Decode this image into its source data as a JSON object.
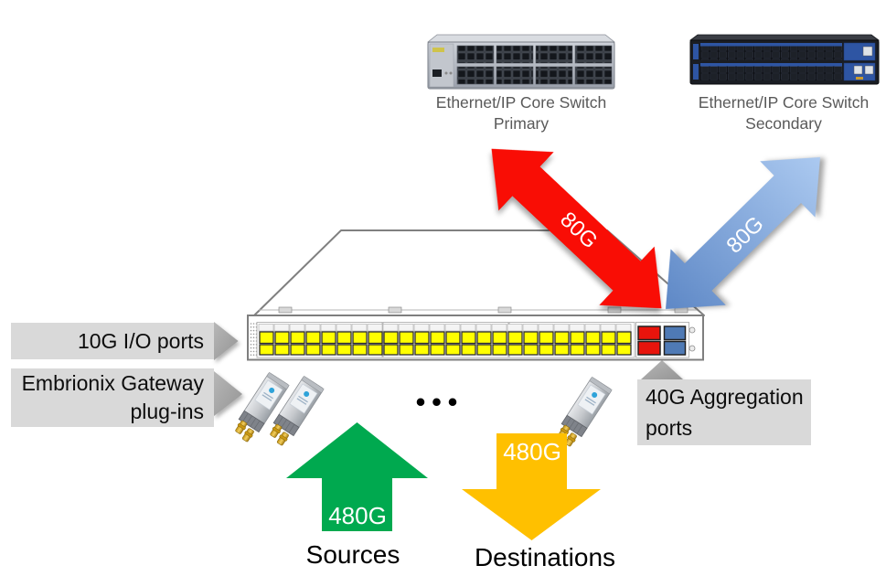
{
  "colors": {
    "primary_link": "#f90d05",
    "secondary_link_dark": "#5e88c6",
    "secondary_link_light": "#abc9f0",
    "sources_flow": "#00a94f",
    "destinations_flow": "#ffc000",
    "io_port": "#ffff00",
    "agg_port_red": "#e8140c",
    "agg_port_blue": "#4f7ab5",
    "callout_bg": "#d9d9d9",
    "callout_arrow": "#a8a8a8"
  },
  "core_switches": {
    "primary": {
      "caption_line1": "Ethernet/IP Core Switch",
      "caption_line2": "Primary",
      "link_bandwidth": "80G"
    },
    "secondary": {
      "caption_line1": "Ethernet/IP Core Switch",
      "caption_line2": "Secondary",
      "link_bandwidth": "80G"
    }
  },
  "gateway_switch": {
    "io_port_columns": 24,
    "io_port_rows": 2,
    "agg_red_ports": 2,
    "agg_blue_ports": 2
  },
  "callouts": {
    "io_ports": {
      "label": "10G I/O ports"
    },
    "gateway": {
      "line1": "Embrionix Gateway",
      "line2": "plug-ins"
    },
    "aggregation": {
      "line1": "40G Aggregation",
      "line2": "ports"
    }
  },
  "flows": {
    "sources": {
      "bandwidth": "480G",
      "caption": "Sources"
    },
    "destinations": {
      "bandwidth": "480G",
      "caption": "Destinations"
    }
  },
  "ellipsis": "•••"
}
